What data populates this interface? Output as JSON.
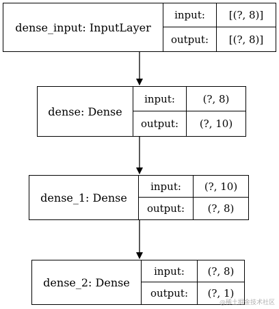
{
  "diagram": {
    "nodes": [
      {
        "name": "dense_input: InputLayer",
        "input_label": "input:",
        "input_value": "[(?, 8)]",
        "output_label": "output:",
        "output_value": "[(?, 8)]"
      },
      {
        "name": "dense: Dense",
        "input_label": "input:",
        "input_value": "(?, 8)",
        "output_label": "output:",
        "output_value": "(?, 10)"
      },
      {
        "name": "dense_1: Dense",
        "input_label": "input:",
        "input_value": "(?, 10)",
        "output_label": "output:",
        "output_value": "(?, 8)"
      },
      {
        "name": "dense_2: Dense",
        "input_label": "input:",
        "input_value": "(?, 8)",
        "output_label": "output:",
        "output_value": "(?, 1)"
      }
    ],
    "watermark": "@稀土掘金技术社区",
    "colors": {
      "stroke": "#000000",
      "background": "#ffffff",
      "watermark": "#b0b0b0"
    }
  }
}
